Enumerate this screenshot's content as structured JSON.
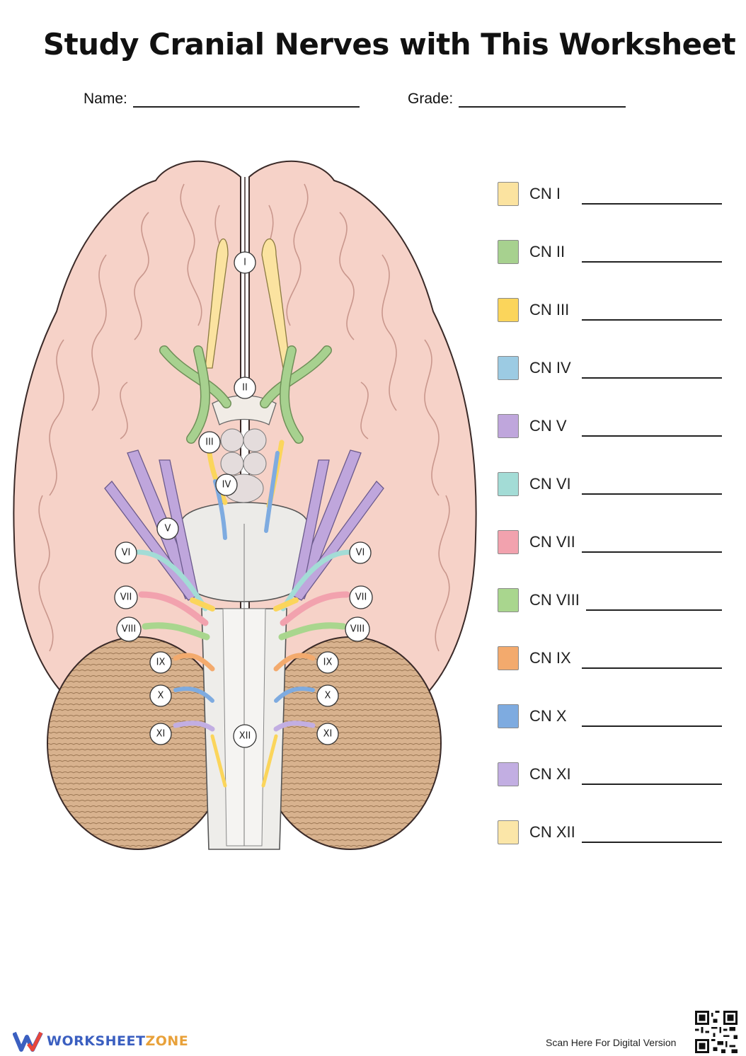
{
  "title": "Study Cranial Nerves with This Worksheet",
  "form": {
    "name_label": "Name:",
    "grade_label": "Grade:"
  },
  "diagram": {
    "badges": {
      "I": "I",
      "II": "II",
      "III": "III",
      "IV": "IV",
      "V": "V",
      "VI": "VI",
      "VII": "VII",
      "VIII": "VIII",
      "IX": "IX",
      "X": "X",
      "XI": "XI",
      "XII": "XII"
    }
  },
  "legend": [
    {
      "label": "CN I",
      "color": "#fbe3a0"
    },
    {
      "label": "CN II",
      "color": "#a7d18f"
    },
    {
      "label": "CN III",
      "color": "#fbd55b"
    },
    {
      "label": "CN IV",
      "color": "#9ccbe3"
    },
    {
      "label": "CN V",
      "color": "#bfa6dc"
    },
    {
      "label": "CN VI",
      "color": "#a3dcd6"
    },
    {
      "label": "CN VII",
      "color": "#f2a2ae"
    },
    {
      "label": "CN VIII",
      "color": "#a9d68e"
    },
    {
      "label": "CN IX",
      "color": "#f3aa6d"
    },
    {
      "label": "CN X",
      "color": "#7eabe0"
    },
    {
      "label": "CN XI",
      "color": "#c2aee2"
    },
    {
      "label": "CN XII",
      "color": "#fbe6a8"
    }
  ],
  "footer": {
    "brand_part1": "WORKSHEET",
    "brand_part2": "ZONE",
    "scan_text": "Scan Here For Digital Version"
  }
}
